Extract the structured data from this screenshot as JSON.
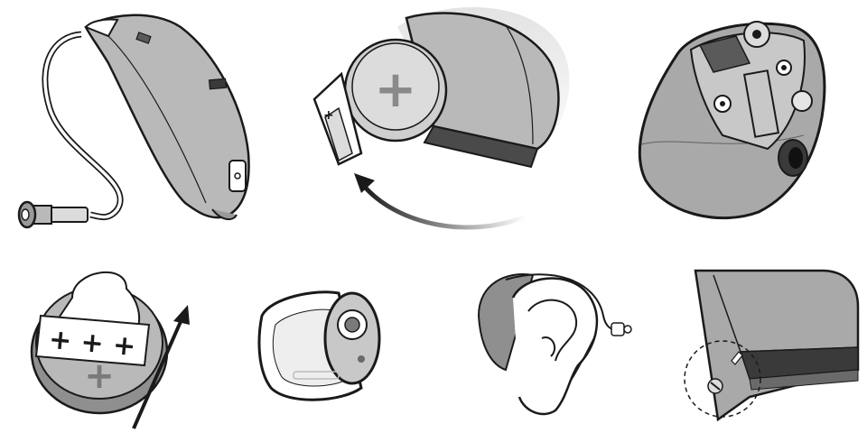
{
  "illustrations": [
    {
      "name": "bte-hearing-aid-with-tube"
    },
    {
      "name": "battery-door-opening"
    },
    {
      "name": "in-the-ear-hearing-aid"
    },
    {
      "name": "battery-sticker-removal"
    },
    {
      "name": "receiver-earpiece"
    },
    {
      "name": "hearing-aid-worn-on-ear"
    },
    {
      "name": "battery-door-closeup"
    }
  ],
  "labels": {
    "plus_large": "+",
    "plus_small": "+",
    "tab_plus_signs": "+ + +"
  },
  "colors": {
    "outline": "#1a1a1a",
    "shell_gray": "#b9b9b9",
    "dark_gray": "#6e6e6e",
    "light_gray": "#dcdcdc",
    "white": "#ffffff"
  }
}
